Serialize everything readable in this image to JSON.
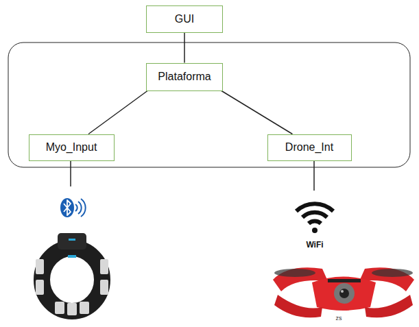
{
  "diagram": {
    "nodes": [
      {
        "text": [
          "GUI"
        ]
      },
      {
        "text": [
          "Plataforma"
        ]
      },
      {
        "text": [
          "Myo_Input"
        ]
      },
      {
        "text": [
          "Drone_Int"
        ]
      }
    ],
    "edges": [
      {
        "from": 0,
        "to": 1,
        "arrow": "none"
      },
      {
        "from": 1,
        "to": 2,
        "arrow": "none"
      },
      {
        "from": 1,
        "to": 3,
        "arrow": "none"
      }
    ],
    "labels": [
      "WiFi",
      "zs"
    ]
  }
}
